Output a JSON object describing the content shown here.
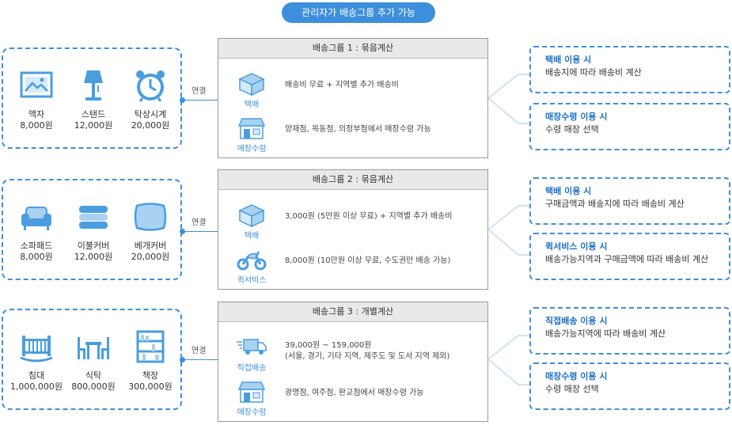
{
  "header": {
    "title": "관리자가 배송그룹 추가 가능"
  },
  "connector_label": "연결",
  "sections": [
    {
      "products": [
        {
          "icon": "picture-frame-icon",
          "name": "액자",
          "price": "8,000원"
        },
        {
          "icon": "lamp-stand-icon",
          "name": "스탠드",
          "price": "12,000원"
        },
        {
          "icon": "alarm-clock-icon",
          "name": "탁상시계",
          "price": "20,000원"
        }
      ],
      "group": {
        "title": "배송그룹 1 : 묶음계산",
        "rows": [
          {
            "icon": "parcel-box-icon",
            "caption": "택배",
            "text": "배송비 무료 + 지역별 추가 배송비"
          },
          {
            "icon": "store-icon",
            "caption": "매장수령",
            "text": "양재점, 목동점, 의정부점에서 매장수령 가능"
          }
        ]
      },
      "options": [
        {
          "title": "택배 이용 시",
          "desc": "배송지에 따라 배송비 계산"
        },
        {
          "title": "매장수령 이용 시",
          "desc": "수령 매장 선택"
        }
      ]
    },
    {
      "products": [
        {
          "icon": "sofa-pad-icon",
          "name": "소파패드",
          "price": "8,000원"
        },
        {
          "icon": "blanket-cover-icon",
          "name": "이불커버",
          "price": "12,000원"
        },
        {
          "icon": "pillow-cover-icon",
          "name": "베개커버",
          "price": "20,000원"
        }
      ],
      "group": {
        "title": "배송그룹 2 : 묶음계산",
        "rows": [
          {
            "icon": "parcel-box-icon",
            "caption": "택배",
            "text": "3,000원 (5만원 이상 무료) + 지역별 추가 배송비"
          },
          {
            "icon": "motorcycle-icon",
            "caption": "퀵서비스",
            "text": "8,000원 (10만원 이상 무료, 수도권만 배송 가능)"
          }
        ]
      },
      "options": [
        {
          "title": "택배 이용 시",
          "desc": "구매금액과 배송지에 따라 배송비 계산"
        },
        {
          "title": "퀵서비스 이용 시",
          "desc": "배송가능지역과 구매금액에 따라 배송비 계산"
        }
      ]
    },
    {
      "products": [
        {
          "icon": "crib-icon",
          "name": "침대",
          "price": "1,000,000원"
        },
        {
          "icon": "dining-table-icon",
          "name": "식탁",
          "price": "800,000원"
        },
        {
          "icon": "bookshelf-icon",
          "name": "책장",
          "price": "300,000원"
        }
      ],
      "group": {
        "title": "배송그룹 3 : 개별계산",
        "rows": [
          {
            "icon": "delivery-truck-icon",
            "caption": "직접배송",
            "text": "39,000원 ~ 159,000원",
            "text2": "(서울, 경기, 기타 지역, 제주도 및 도서 지역 제외)"
          },
          {
            "icon": "store-icon",
            "caption": "매장수령",
            "text": "광명점, 여주점, 판교점에서 매장수령 가능"
          }
        ]
      },
      "options": [
        {
          "title": "직접배송 이용 시",
          "desc": "배송가능지역에 따라 배송비 계산"
        },
        {
          "title": "매장수령 이용 시",
          "desc": "수령 매장 선택"
        }
      ]
    }
  ],
  "colors": {
    "accent": "#3d8fdc",
    "icon": "#4a9ee0",
    "icon_light": "#a9d1f2"
  }
}
